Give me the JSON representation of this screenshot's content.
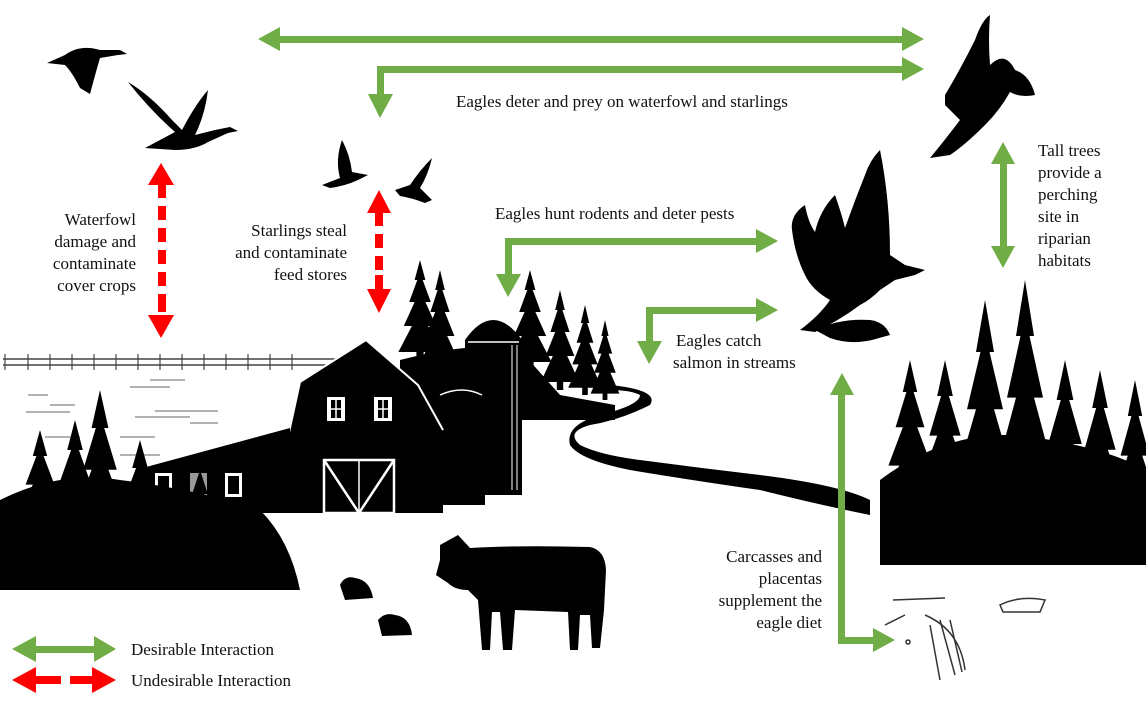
{
  "colors": {
    "desirable": "#70ad47",
    "undesirable": "#ff0000",
    "silhouette": "#000000",
    "background": "#ffffff"
  },
  "labels": {
    "eagles_waterfowl": "Eagles deter and prey on waterfowl and starlings",
    "waterfowl_damage": [
      "Waterfowl",
      "damage and",
      "contaminate",
      "cover crops"
    ],
    "starlings_steal": [
      "Starlings steal",
      "and contaminate",
      "feed stores"
    ],
    "eagles_rodents": "Eagles hunt rodents and deter pests",
    "eagles_salmon": [
      "Eagles catch",
      "salmon in streams"
    ],
    "tall_trees": [
      "Tall trees",
      "provide a",
      "perching",
      "site in",
      "riparian",
      "habitats"
    ],
    "carcasses": [
      "Carcasses and",
      "placentas",
      "supplement the",
      "eagle diet"
    ]
  },
  "legend": {
    "desirable": "Desirable Interaction",
    "undesirable": "Undesirable Interaction"
  },
  "elements": {
    "icons": [
      "canada-goose-icon",
      "starling-icon",
      "bald-eagle-icon",
      "barn-icon",
      "silo-icon",
      "cow-icon",
      "calf-icon",
      "conifer-tree-icon",
      "stream-icon",
      "bones-icon",
      "fence-icon"
    ]
  }
}
